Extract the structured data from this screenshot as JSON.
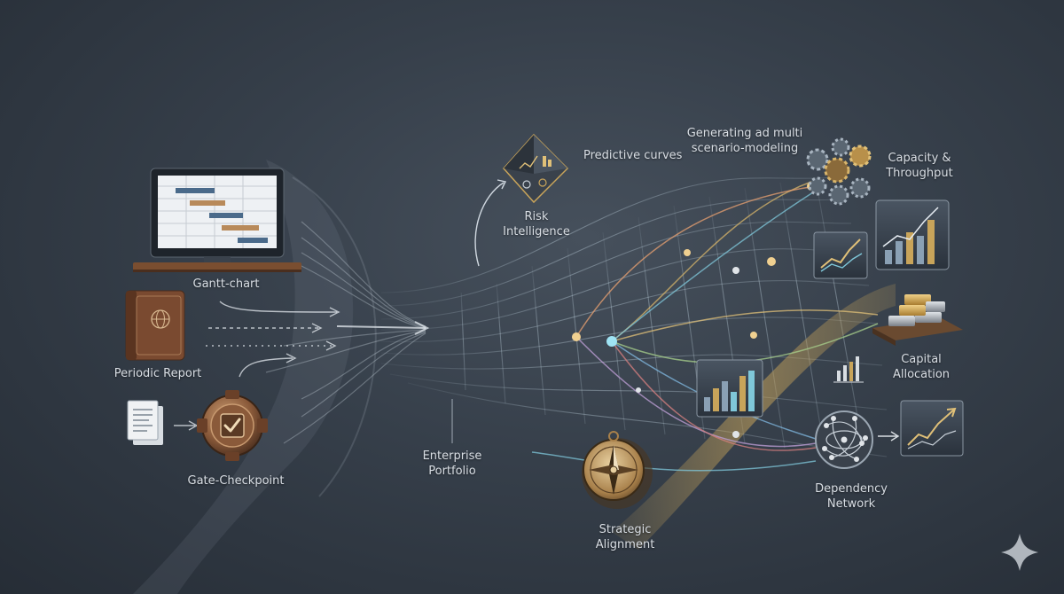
{
  "inputs": {
    "gantt": "Gantt-chart",
    "periodic": "Periodic Report",
    "gate": "Gate-Checkpoint"
  },
  "portfolio": "Enterprise\nPortfolio",
  "risk": "Risk\nIntelligence",
  "predictive": "Predictive curves",
  "scenario": "Generating ad multi\nscenario-modeling",
  "outputs": {
    "capacity": "Capacity &\nThroughput",
    "capital": "Capital\nAllocation",
    "dependency": "Dependency\nNetwork",
    "strategic": "Strategic\nAlignment"
  },
  "colors": {
    "background": "#363f4a",
    "bronze": "#8a5a3a",
    "gold": "#c8a45a",
    "text": "#d9dee4"
  }
}
